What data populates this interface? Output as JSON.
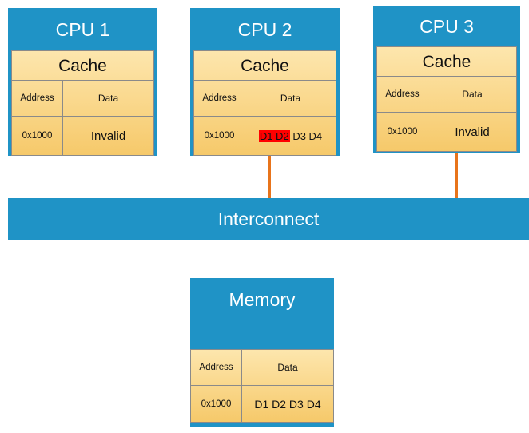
{
  "cpus": [
    {
      "title": "CPU 1",
      "cache_title": "Cache",
      "header": {
        "address": "Address",
        "data": "Data"
      },
      "line": {
        "address": "0x1000",
        "data": "Invalid"
      }
    },
    {
      "title": "CPU 2",
      "cache_title": "Cache",
      "header": {
        "address": "Address",
        "data": "Data"
      },
      "line": {
        "address": "0x1000",
        "data_highlighted": "D1 D2",
        "data_rest": "D3 D4"
      }
    },
    {
      "title": "CPU 3",
      "cache_title": "Cache",
      "header": {
        "address": "Address",
        "data": "Data"
      },
      "line": {
        "address": "0x1000",
        "data": "Invalid"
      }
    }
  ],
  "interconnect": {
    "label": "Interconnect"
  },
  "memory": {
    "title": "Memory",
    "header": {
      "address": "Address",
      "data": "Data"
    },
    "line": {
      "address": "0x1000",
      "data": "D1 D2 D3 D4"
    }
  },
  "colors": {
    "block_blue": "#1f93c6",
    "cache_fill": "#fbd98a",
    "wire_orange": "#e8741b",
    "highlight_red": "#ff0000"
  }
}
